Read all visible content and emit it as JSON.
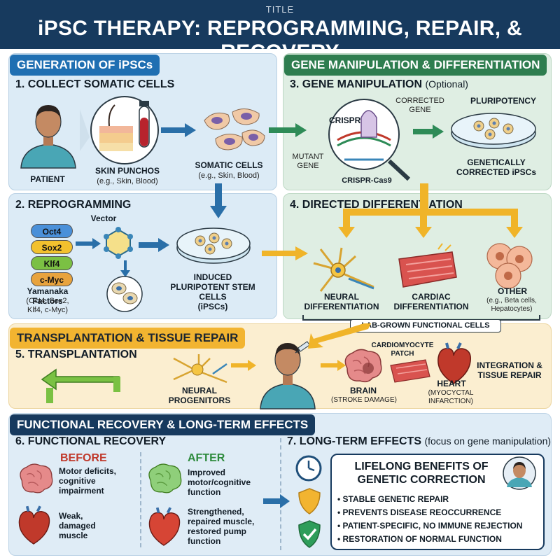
{
  "header": {
    "small_label": "TITLE",
    "title": "iPSC THERAPY: REPROGRAMMING, REPAIR, & RECOVERY"
  },
  "sections": {
    "generation": {
      "tab": "GENERATION OF iPSCs",
      "step1": "1. COLLECT SOMATIC CELLS",
      "patient_label": "PATIENT",
      "skin_label": "SKIN PUNCHOS",
      "skin_sub": "(e.g., Skin, Blood)",
      "somatic_label": "SOMATIC CELLS",
      "somatic_sub": "(e.g., Skin, Blood)",
      "step2": "2. REPROGRAMMING",
      "vector_label": "Vector",
      "factors": [
        "Oct4",
        "Sox2",
        "Klf4",
        "c-Myc"
      ],
      "factor_colors": [
        "#4a90d9",
        "#f2c12e",
        "#7bc043",
        "#e8a33d"
      ],
      "yamanaka_label": "Yamanaka Factors",
      "yamanaka_sub1": "(Oct4, Sox2,",
      "yamanaka_sub2": "Klf4, c-Myc)",
      "ipsc_label1": "INDUCED",
      "ipsc_label2": "PLURIPOTENT STEM",
      "ipsc_label3": "CELLS",
      "ipsc_label4": "(iPSCs)"
    },
    "gene": {
      "tab": "GENE MANIPULATION & DIFFERENTIATION",
      "step3": "3. GENE MANIPULATION",
      "step3_opt": "(Optional)",
      "crispr_label": "CRISPR",
      "corrected_gene1": "CORRECTED",
      "corrected_gene2": "GENE",
      "mutant_gene1": "MUTANT",
      "mutant_gene2": "GENE",
      "crispr_cas9": "CRISPR-Cas9",
      "pluripotency": "PLURIPOTENCY",
      "gen_corrected1": "GENETICALLY",
      "gen_corrected2": "CORRECTED iPSCs",
      "step4": "4. DIRECTED DIFFERENTIATION",
      "neural1": "NEURAL",
      "neural2": "DIFFERENTIATION",
      "cardiac1": "CARDIAC",
      "cardiac2": "DIFFERENTIATION",
      "other": "OTHER",
      "other_sub1": "(e.g., Beta cells,",
      "other_sub2": "Hepatocytes)",
      "lab_grown": "LAB-GROWN FUNCTIONAL CELLS"
    },
    "transplant": {
      "tab": "TRANSPLANTATION & TISSUE REPAIR",
      "step5": "5. TRANSPLANTATION",
      "neural_prog1": "NEURAL",
      "neural_prog2": "PROGENITORS",
      "cardio_patch1": "CARDIOMYOCYTE",
      "cardio_patch2": "PATCH",
      "brain": "BRAIN",
      "brain_sub": "(STROKE DAMAGE)",
      "heart": "HEART",
      "heart_sub1": "(MYOCYCTAL",
      "heart_sub2": "INFARCTION)",
      "integration1": "INTEGRATION &",
      "integration2": "TISSUE REPAIR"
    },
    "recovery": {
      "tab": "FUNCTIONAL RECOVERY & LONG-TERM EFFECTS",
      "step6": "6. FUNCTIONAL RECOVERY",
      "before": "BEFORE",
      "after": "AFTER",
      "before_brain1": "Motor deficits,",
      "before_brain2": "cognitive",
      "before_brain3": "impairment",
      "before_heart1": "Weak,",
      "before_heart2": "damaged",
      "before_heart3": "muscle",
      "after_brain1": "Improved",
      "after_brain2": "motor/cognitive",
      "after_brain3": "function",
      "after_heart1": "Strengthened,",
      "after_heart2": "repaired muscle,",
      "after_heart3": "restored pump",
      "after_heart4": "function",
      "step7": "7. LONG-TERM EFFECTS",
      "step7_opt": "(focus on gene manipulation)",
      "benefit_title1": "LIFELONG BENEFITS OF",
      "benefit_title2": "GENETIC CORRECTION",
      "benefits": [
        "• STABLE GENETIC REPAIR",
        "• PREVENTS DISEASE REOCCURRENCE",
        "• PATIENT-SPECIFIC, NO IMMUNE REJECTION",
        "• RESTORATION OF NORMAL FUNCTION"
      ]
    }
  },
  "icons": [
    "patient-icon",
    "skin-biopsy-icon",
    "blood-tube-icon",
    "somatic-cells-icon",
    "petri-dish-icon",
    "vector-icon",
    "crispr-dna-icon",
    "magnifier-icon",
    "neuron-icon",
    "cardiac-muscle-icon",
    "other-cells-icon",
    "syringe-icon",
    "brain-icon",
    "heart-icon",
    "clock-icon",
    "shield-icon",
    "check-shield-icon"
  ],
  "colors": {
    "header_bg": "#173a5e",
    "blue_tab": "#1f6fb2",
    "green_tab": "#2e7d4f",
    "yellow_tab": "#f2b430",
    "arrow_blue": "#2a6fa8",
    "arrow_green": "#2e8b57",
    "arrow_yellow": "#f0b429",
    "before_red": "#c0392b",
    "after_green": "#2e8b3d"
  }
}
